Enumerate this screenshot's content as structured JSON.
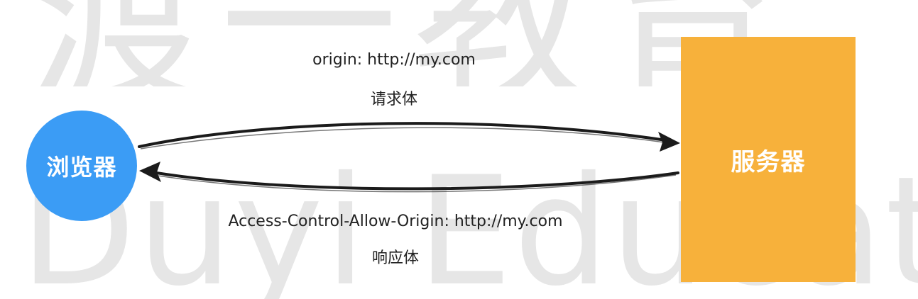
{
  "watermark": {
    "cn_text": "渡一教育",
    "en_text": "Duyi Education"
  },
  "nodes": {
    "browser": {
      "label": "浏览器",
      "color": "#3b9cf5"
    },
    "server": {
      "label": "服务器",
      "color": "#f7b13b"
    }
  },
  "request": {
    "header": "origin: http://my.com",
    "body": "请求体"
  },
  "response": {
    "header": "Access-Control-Allow-Origin: http://my.com",
    "body": "响应体"
  }
}
